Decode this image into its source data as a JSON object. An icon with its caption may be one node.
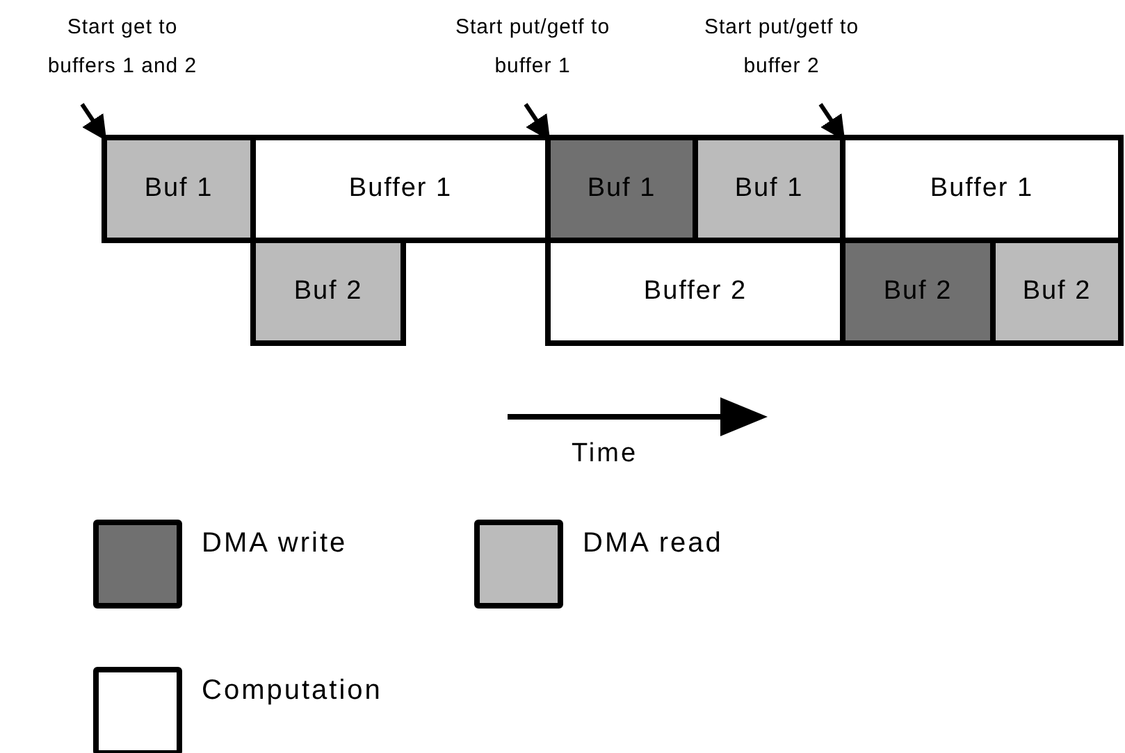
{
  "diagram": {
    "nodes": [
      {
        "text": [
          "Start get to buffers 1 and 2"
        ]
      },
      {
        "text": [
          "Start put/getf to buffer 1"
        ]
      },
      {
        "text": [
          "Start put/getf to buffer 2"
        ]
      },
      {
        "text": [
          "Buf 1"
        ]
      },
      {
        "text": [
          "Buffer 1"
        ]
      },
      {
        "text": [
          "Buf 1"
        ]
      },
      {
        "text": [
          "Buf 1"
        ]
      },
      {
        "text": [
          "Buffer 1"
        ]
      },
      {
        "text": [
          "Buf 2"
        ]
      },
      {
        "text": [
          "Buffer 2"
        ]
      },
      {
        "text": [
          "Buf 2"
        ]
      },
      {
        "text": [
          "Buf 2"
        ]
      }
    ],
    "edges": [
      {
        "from": 0,
        "to": 3,
        "arrow": "to"
      },
      {
        "from": 1,
        "to": 5,
        "arrow": "to"
      },
      {
        "from": 2,
        "to": 7,
        "arrow": "to"
      }
    ],
    "labels": [
      "Time"
    ],
    "legend": [
      {
        "text": "DMA write",
        "color": "#707070"
      },
      {
        "text": "DMA read",
        "color": "#bbbbbb"
      },
      {
        "text": "Computation",
        "color": "#ffffff"
      }
    ]
  }
}
